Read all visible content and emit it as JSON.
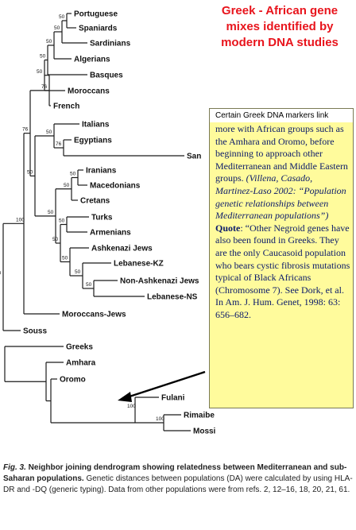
{
  "headline": {
    "lines": [
      "Greek - African gene",
      "mixes identified by",
      "modern DNA studies"
    ],
    "color": "#e8141c"
  },
  "note": {
    "header": "Certain Greek DNA markers link",
    "line1": "more with African groups such as the Amhara and Oromo, before beginning to approach other Mediterranean and Middle Eastern groups.",
    "citation": "(Villena, Casado, Martinez-Laso 2002: “Population genetic relationships between Mediterranean populations”)",
    "quote_label": "Quote",
    "quote": ": “Other Negroid genes have also been found in Greeks. They are the only Caucasoid population who bears cystic fibrosis mutations typical of Black Africans (Chromosome 7). See Dork, et al. In Am. J. Hum. Genet, 1998: 63: 656–682.",
    "background": "#fffb9c",
    "text_color": "#0a1a6a"
  },
  "tree": {
    "leaves": [
      "Portuguese",
      "Spaniards",
      "Sardinians",
      "Algerians",
      "Basques",
      "Moroccans",
      "French",
      "Italians",
      "Egyptians",
      "San",
      "Iranians",
      "Macedonians",
      "Cretans",
      "Turks",
      "Armenians",
      "Ashkenazi Jews",
      "Lebanese-KZ",
      "Non-Ashkenazi Jews",
      "Lebanese-NS",
      "Moroccans-Jews",
      "Souss",
      "Greeks",
      "Amhara",
      "Oromo",
      "Fulani",
      "Rimaibe",
      "Mossi"
    ],
    "bootstrap": [
      "50",
      "50",
      "50",
      "50",
      "50",
      "76",
      "50",
      "76",
      "100",
      "50",
      "50",
      "50",
      "50",
      "50",
      "50",
      "50",
      "50",
      "50",
      "76",
      "50",
      "100",
      "100"
    ]
  },
  "caption": {
    "fig_no": "Fig. 3.",
    "title": " Neighbor joining dendrogram showing relatedness between Mediterranean and sub-Saharan populations.",
    "body": " Genetic distances between populations (DA) were calculated by using HLA-DR and -DQ (generic typing). Data from other populations were from refs. 2, 12–16, 18, 20, 21, 61."
  }
}
